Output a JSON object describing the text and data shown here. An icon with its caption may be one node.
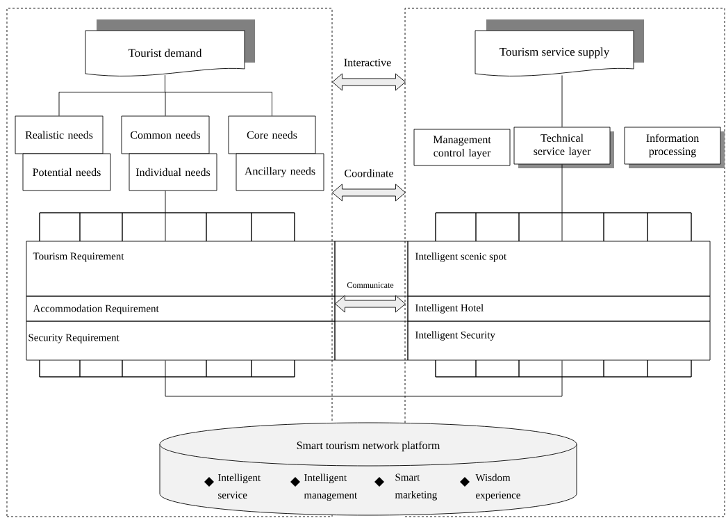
{
  "diagram": {
    "nodes": [
      {
        "text": [],
        "shape": "box"
      },
      {
        "text": [
          "Tourist demand"
        ],
        "in": 0
      },
      {
        "text": [
          "Realistic needs"
        ],
        "in": 0
      },
      {
        "text": [
          "Potential needs"
        ],
        "in": 0
      },
      {
        "text": [
          "Common needs"
        ],
        "in": 0
      },
      {
        "text": [
          "Individual needs"
        ],
        "in": 0
      },
      {
        "text": [
          "Core needs"
        ],
        "in": 0
      },
      {
        "text": [
          "Ancillary needs"
        ],
        "in": 0
      },
      {
        "text": [],
        "shape": "box"
      },
      {
        "text": [
          "Tourism service supply"
        ],
        "in": 8
      },
      {
        "text": [
          "Management control layer"
        ],
        "in": 8
      },
      {
        "text": [
          "Technical service layer"
        ],
        "in": 8
      },
      {
        "text": [
          "Information processing"
        ],
        "in": 8
      },
      {
        "text": [
          "Tourism Requirement"
        ],
        "in": 0
      },
      {
        "text": [
          "Intelligent scenic spot"
        ],
        "in": 8
      },
      {
        "text": [
          "Accommodation Requirement"
        ],
        "in": 0
      },
      {
        "text": [
          "Intelligent Hotel"
        ],
        "in": 8
      },
      {
        "text": [
          "Security Requirement"
        ],
        "in": 0
      },
      {
        "text": [
          "Intelligent Security"
        ],
        "in": 8
      },
      {
        "text": [
          "Smart tourism network platform",
          "Intelligent service",
          "Intelligent management",
          "Smart marketing",
          "Wisdom experience"
        ]
      }
    ],
    "edges": [
      {
        "from": 1,
        "to": 2,
        "arrow": "none"
      },
      {
        "from": 1,
        "to": 4,
        "arrow": "none"
      },
      {
        "from": 1,
        "to": 6,
        "arrow": "none"
      },
      {
        "from": 5,
        "to": 13,
        "arrow": "none"
      },
      {
        "from": 9,
        "to": 11,
        "arrow": "none"
      },
      {
        "from": 11,
        "to": 14,
        "arrow": "none"
      },
      {
        "from": 17,
        "to": 18,
        "arrow": "none"
      },
      {
        "from": 0,
        "to": 8,
        "arrow": "both",
        "label": "Interactive"
      },
      {
        "from": 0,
        "to": 8,
        "arrow": "both",
        "label": "Coordinate"
      },
      {
        "from": 0,
        "to": 8,
        "arrow": "both",
        "label": "Communicate"
      }
    ]
  }
}
